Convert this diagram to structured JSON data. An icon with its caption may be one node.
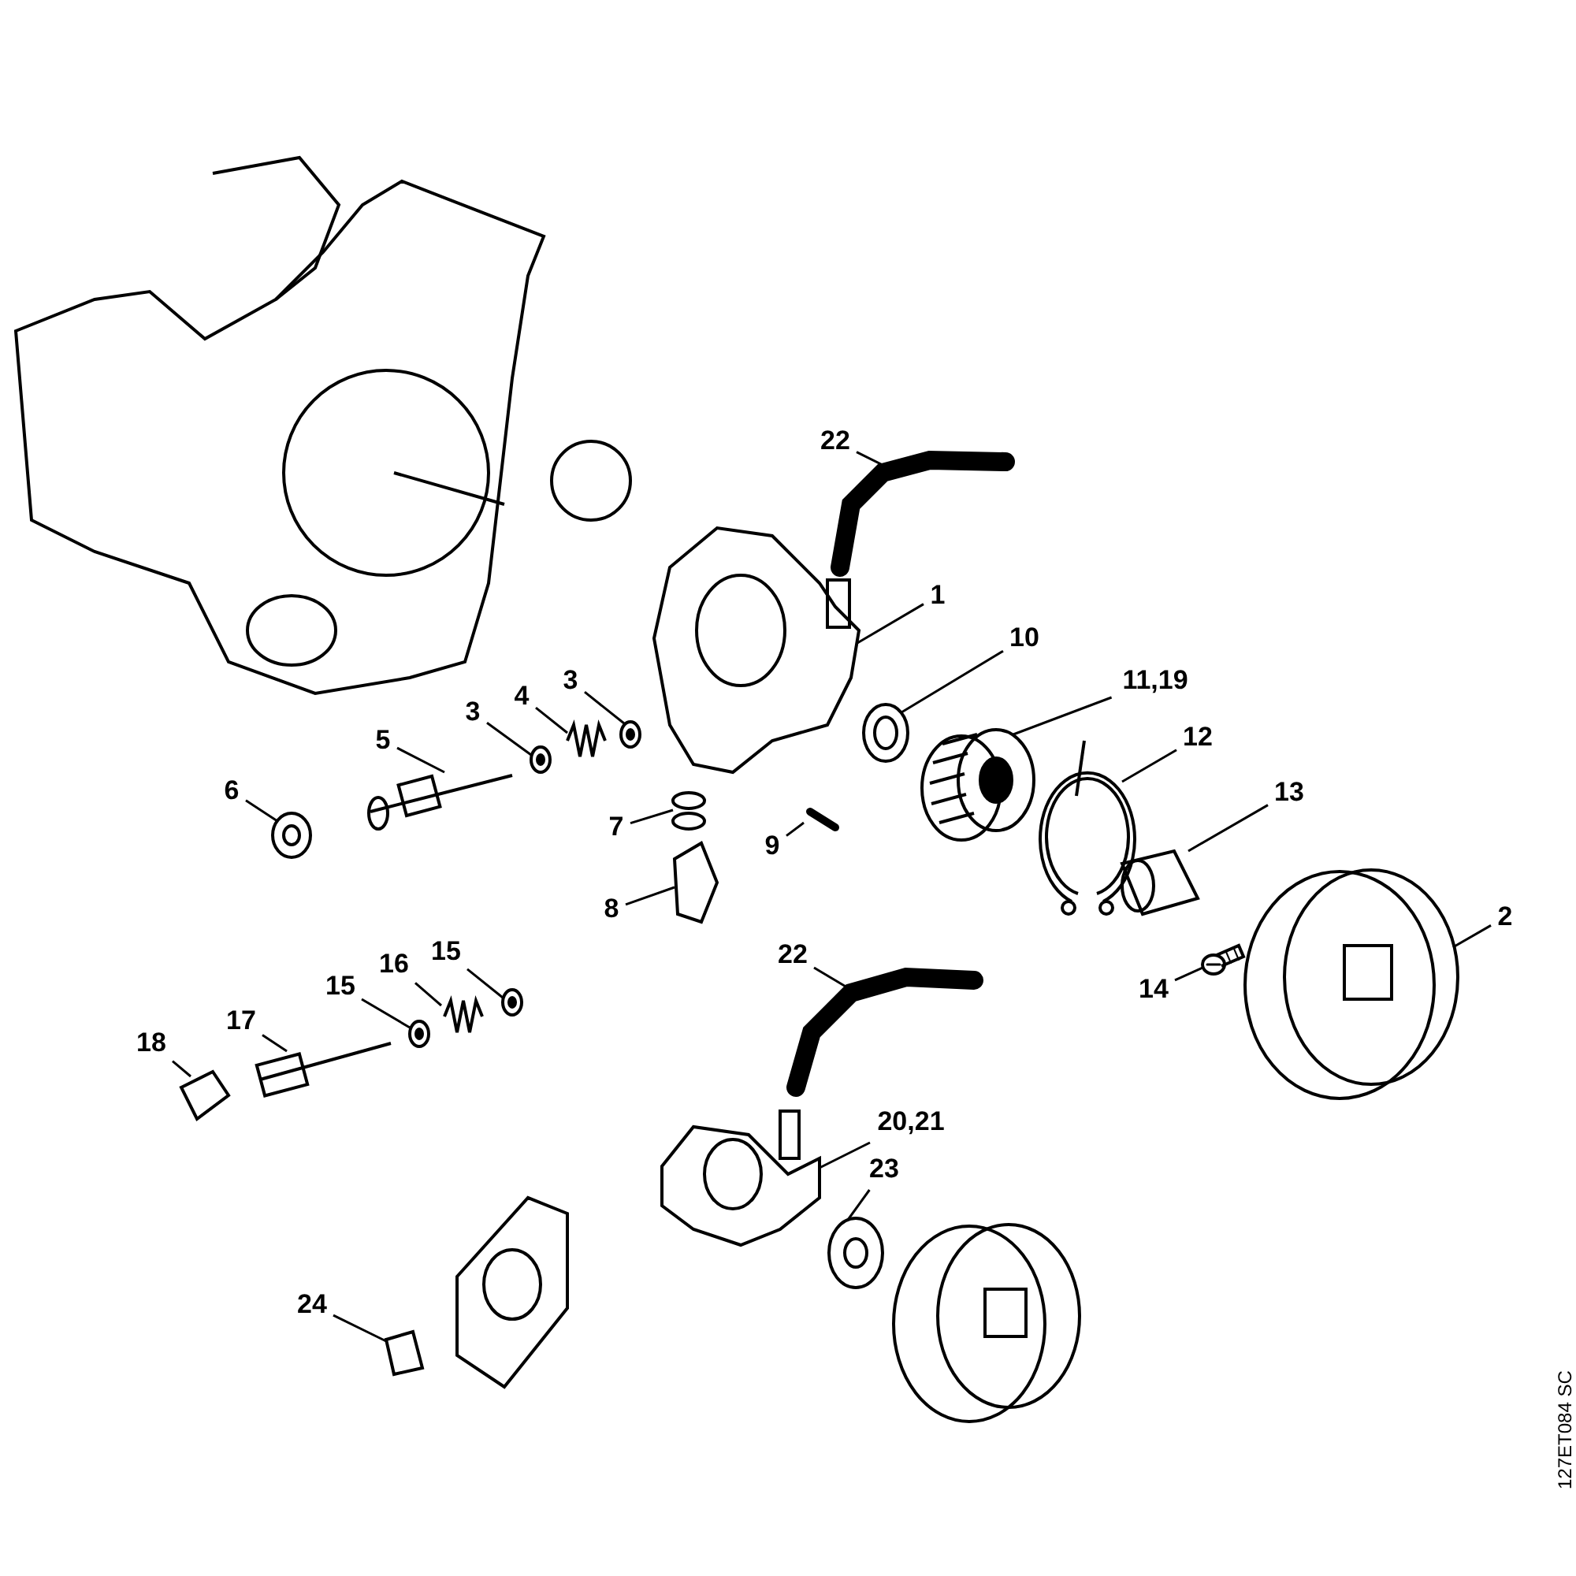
{
  "diagram": {
    "nodes": [
      {
        "text": [
          "22"
        ]
      },
      {
        "text": [
          "1"
        ]
      },
      {
        "text": [
          "10"
        ]
      },
      {
        "text": [
          "3"
        ]
      },
      {
        "text": [
          "11,19"
        ]
      },
      {
        "text": [
          "4"
        ]
      },
      {
        "text": [
          "3"
        ]
      },
      {
        "text": [
          "12"
        ]
      },
      {
        "text": [
          "5"
        ]
      },
      {
        "text": [
          "6"
        ]
      },
      {
        "text": [
          "13"
        ]
      },
      {
        "text": [
          "7"
        ]
      },
      {
        "text": [
          "9"
        ]
      },
      {
        "text": [
          "8"
        ]
      },
      {
        "text": [
          "2"
        ]
      },
      {
        "text": [
          "22"
        ]
      },
      {
        "text": [
          "15"
        ]
      },
      {
        "text": [
          "16"
        ]
      },
      {
        "text": [
          "14"
        ]
      },
      {
        "text": [
          "15"
        ]
      },
      {
        "text": [
          "17"
        ]
      },
      {
        "text": [
          "18"
        ]
      },
      {
        "text": [
          "20,21"
        ]
      },
      {
        "text": [
          "23"
        ]
      },
      {
        "text": [
          "24"
        ]
      },
      {
        "text": [],
        "shape": "picture"
      },
      {
        "text": [],
        "shape": "picture"
      },
      {
        "text": [],
        "shape": "picture"
      },
      {
        "text": [],
        "shape": "picture"
      },
      {
        "text": [],
        "shape": "picture"
      },
      {
        "text": [],
        "shape": "picture"
      },
      {
        "text": [],
        "shape": "picture"
      },
      {
        "text": [],
        "shape": "picture"
      },
      {
        "text": [],
        "shape": "picture"
      },
      {
        "text": [],
        "shape": "picture"
      },
      {
        "text": [],
        "shape": "picture"
      },
      {
        "text": [],
        "shape": "picture"
      },
      {
        "text": [],
        "shape": "picture"
      },
      {
        "text": [],
        "shape": "picture"
      },
      {
        "text": [],
        "shape": "picture"
      },
      {
        "text": [],
        "shape": "picture"
      },
      {
        "text": [],
        "shape": "picture"
      },
      {
        "text": [],
        "shape": "picture"
      },
      {
        "text": [],
        "shape": "picture"
      },
      {
        "text": [],
        "shape": "picture"
      },
      {
        "text": [],
        "shape": "picture"
      },
      {
        "text": [],
        "shape": "picture"
      },
      {
        "text": [],
        "shape": "picture"
      },
      {
        "text": [],
        "shape": "picture"
      },
      {
        "text": [],
        "shape": "picture"
      }
    ],
    "edges": [
      {
        "from": 0,
        "to": 25,
        "arrow": "none"
      },
      {
        "from": 1,
        "to": 26,
        "arrow": "none"
      },
      {
        "from": 2,
        "to": 27,
        "arrow": "none"
      },
      {
        "from": 3,
        "to": 28,
        "arrow": "none"
      },
      {
        "from": 4,
        "to": 29,
        "arrow": "none"
      },
      {
        "from": 5,
        "to": 30,
        "arrow": "none"
      },
      {
        "from": 6,
        "to": 31,
        "arrow": "none"
      },
      {
        "from": 7,
        "to": 32,
        "arrow": "none"
      },
      {
        "from": 8,
        "to": 33,
        "arrow": "none"
      },
      {
        "from": 9,
        "to": 34,
        "arrow": "none"
      },
      {
        "from": 10,
        "to": 35,
        "arrow": "none"
      },
      {
        "from": 11,
        "to": 36,
        "arrow": "none"
      },
      {
        "from": 12,
        "to": 37,
        "arrow": "none"
      },
      {
        "from": 13,
        "to": 38,
        "arrow": "none"
      },
      {
        "from": 14,
        "to": 39,
        "arrow": "none"
      },
      {
        "from": 15,
        "to": 40,
        "arrow": "none"
      },
      {
        "from": 16,
        "to": 41,
        "arrow": "none"
      },
      {
        "from": 17,
        "to": 42,
        "arrow": "none"
      },
      {
        "from": 18,
        "to": 43,
        "arrow": "none"
      },
      {
        "from": 19,
        "to": 44,
        "arrow": "none"
      },
      {
        "from": 20,
        "to": 45,
        "arrow": "none"
      },
      {
        "from": 21,
        "to": 46,
        "arrow": "none"
      },
      {
        "from": 22,
        "to": 47,
        "arrow": "none"
      },
      {
        "from": 23,
        "to": 48,
        "arrow": "none"
      },
      {
        "from": 24,
        "to": 49,
        "arrow": "none"
      }
    ],
    "labels": [
      "127ET084 SC"
    ]
  }
}
